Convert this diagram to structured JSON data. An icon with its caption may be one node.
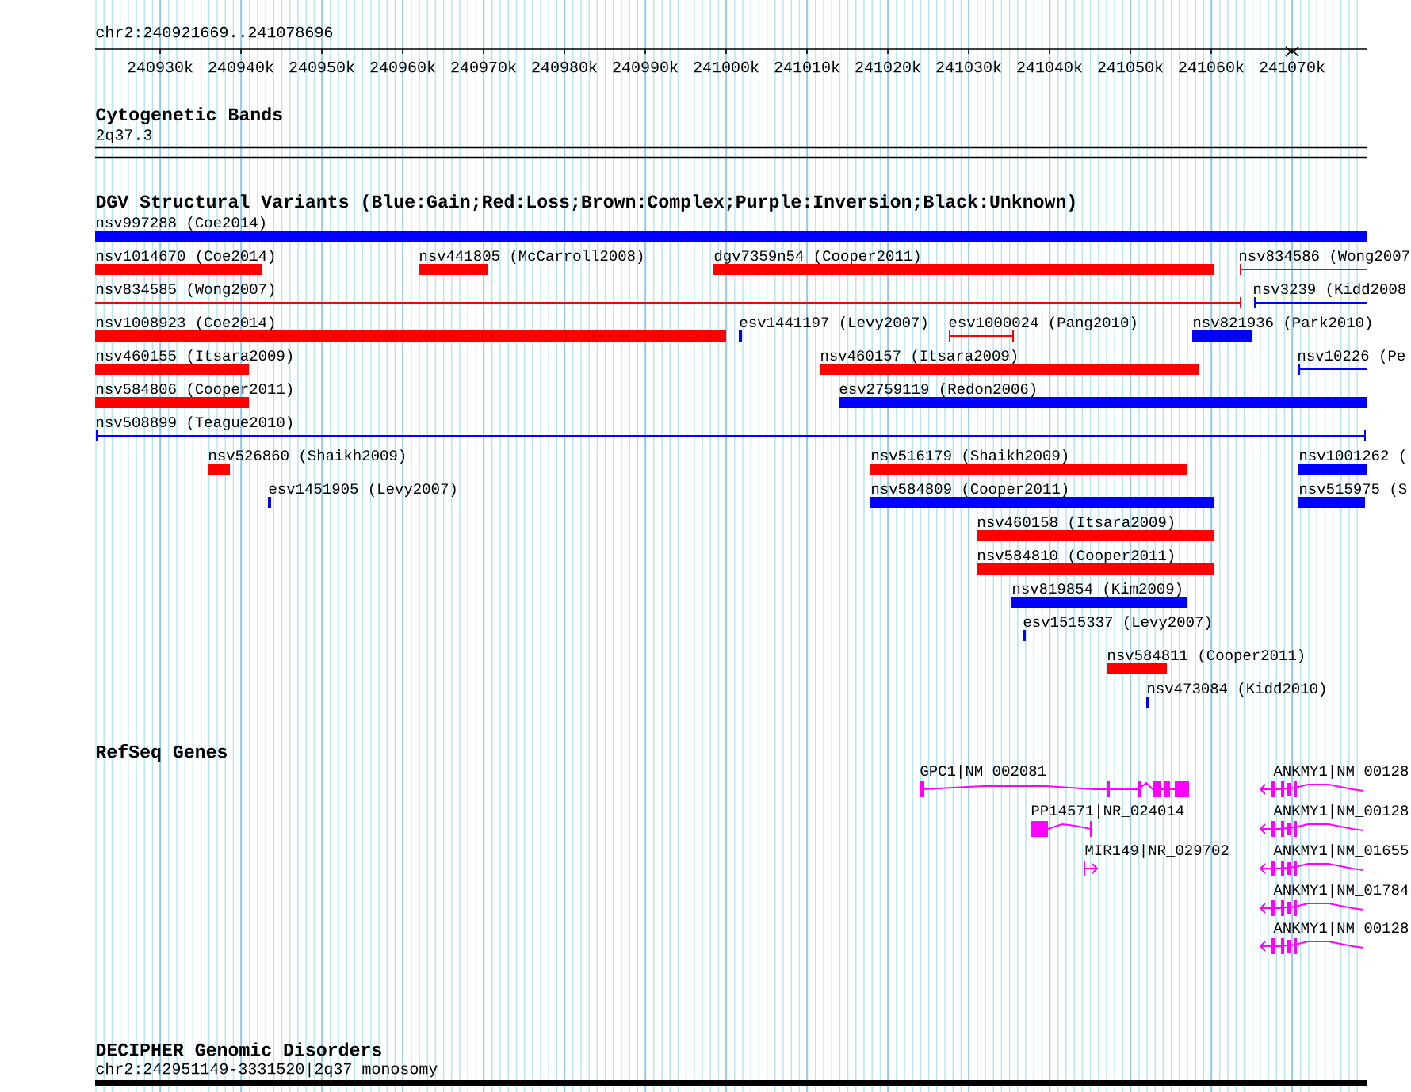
{
  "diagram": {
    "nodes": [
      {
        "text": [
          "nsv997288 (Coe2014)"
        ]
      },
      {
        "text": [
          "nsv1014670 (Coe2014)"
        ]
      },
      {
        "text": [
          "nsv441805 (McCarroll2008)"
        ]
      },
      {
        "text": [
          "dgv7359n54 (Cooper2011)"
        ]
      },
      {
        "text": [
          "nsv834586 (Wong2007"
        ]
      },
      {
        "text": [
          "nsv834585 (Wong2007)"
        ]
      },
      {
        "text": [
          "nsv3239 (Kidd2008"
        ]
      },
      {
        "text": [
          "nsv1008923 (Coe2014)"
        ]
      },
      {
        "text": [
          "esv1441197 (Levy2007)"
        ]
      },
      {
        "text": [
          "esv1000024 (Pang2010)"
        ]
      },
      {
        "text": [
          "nsv821936 (Park2010)"
        ]
      },
      {
        "text": [
          "nsv460155 (Itsara2009)"
        ]
      },
      {
        "text": [
          "nsv460157 (Itsara2009)"
        ]
      },
      {
        "text": [
          "nsv10226 (Pe"
        ]
      },
      {
        "text": [
          "nsv584806 (Cooper2011)"
        ]
      },
      {
        "text": [
          "esv2759119 (Redon2006)"
        ]
      },
      {
        "text": [
          "nsv508899 (Teague2010)"
        ]
      },
      {
        "text": [
          "nsv526860 (Shaikh2009)"
        ]
      },
      {
        "text": [
          "nsv516179 (Shaikh2009)"
        ]
      },
      {
        "text": [
          "nsv1001262 ("
        ]
      },
      {
        "text": [
          "esv1451905 (Levy2007)"
        ]
      },
      {
        "text": [
          "nsv584809 (Cooper2011)"
        ]
      },
      {
        "text": [
          "nsv515975 (S"
        ]
      },
      {
        "text": [
          "nsv460158 (Itsara2009)"
        ]
      },
      {
        "text": [
          "nsv584810 (Cooper2011)"
        ]
      },
      {
        "text": [
          "nsv819854 (Kim2009)"
        ]
      },
      {
        "text": [
          "esv1515337 (Levy2007)"
        ]
      },
      {
        "text": [
          "nsv584811 (Cooper2011)"
        ]
      },
      {
        "text": [
          "nsv473084 (Kidd2010)"
        ]
      },
      {
        "text": [
          "GPC1|NM_002081"
        ]
      },
      {
        "text": [
          "PP14571|NR_024014"
        ]
      },
      {
        "text": [
          "MIR149|NR_029702"
        ]
      },
      {
        "text": [
          "ANKMY1|NM_00128"
        ]
      },
      {
        "text": [
          "ANKMY1|NM_00128"
        ]
      },
      {
        "text": [
          "ANKMY1|NM_01655"
        ]
      },
      {
        "text": [
          "ANKMY1|NM_01784"
        ]
      },
      {
        "text": [
          "ANKMY1|NM_00128"
        ]
      }
    ],
    "labels": [
      "chr2:240921669..241078696",
      "240930k",
      "240940k",
      "240950k",
      "240960k",
      "240970k",
      "240980k",
      "240990k",
      "241000k",
      "241010k",
      "241020k",
      "241030k",
      "241040k",
      "241050k",
      "241060k",
      "241070k",
      "Cytogenetic Bands",
      "2q37.3",
      "DGV Structural Variants (Blue:Gain;Red:Loss;Brown:Complex;Purple:Inversion;Black:Unknown)",
      "RefSeq Genes",
      "DECIPHER Genomic Disorders",
      "chr2:242951149-3331520|2q37 monosomy"
    ]
  }
}
